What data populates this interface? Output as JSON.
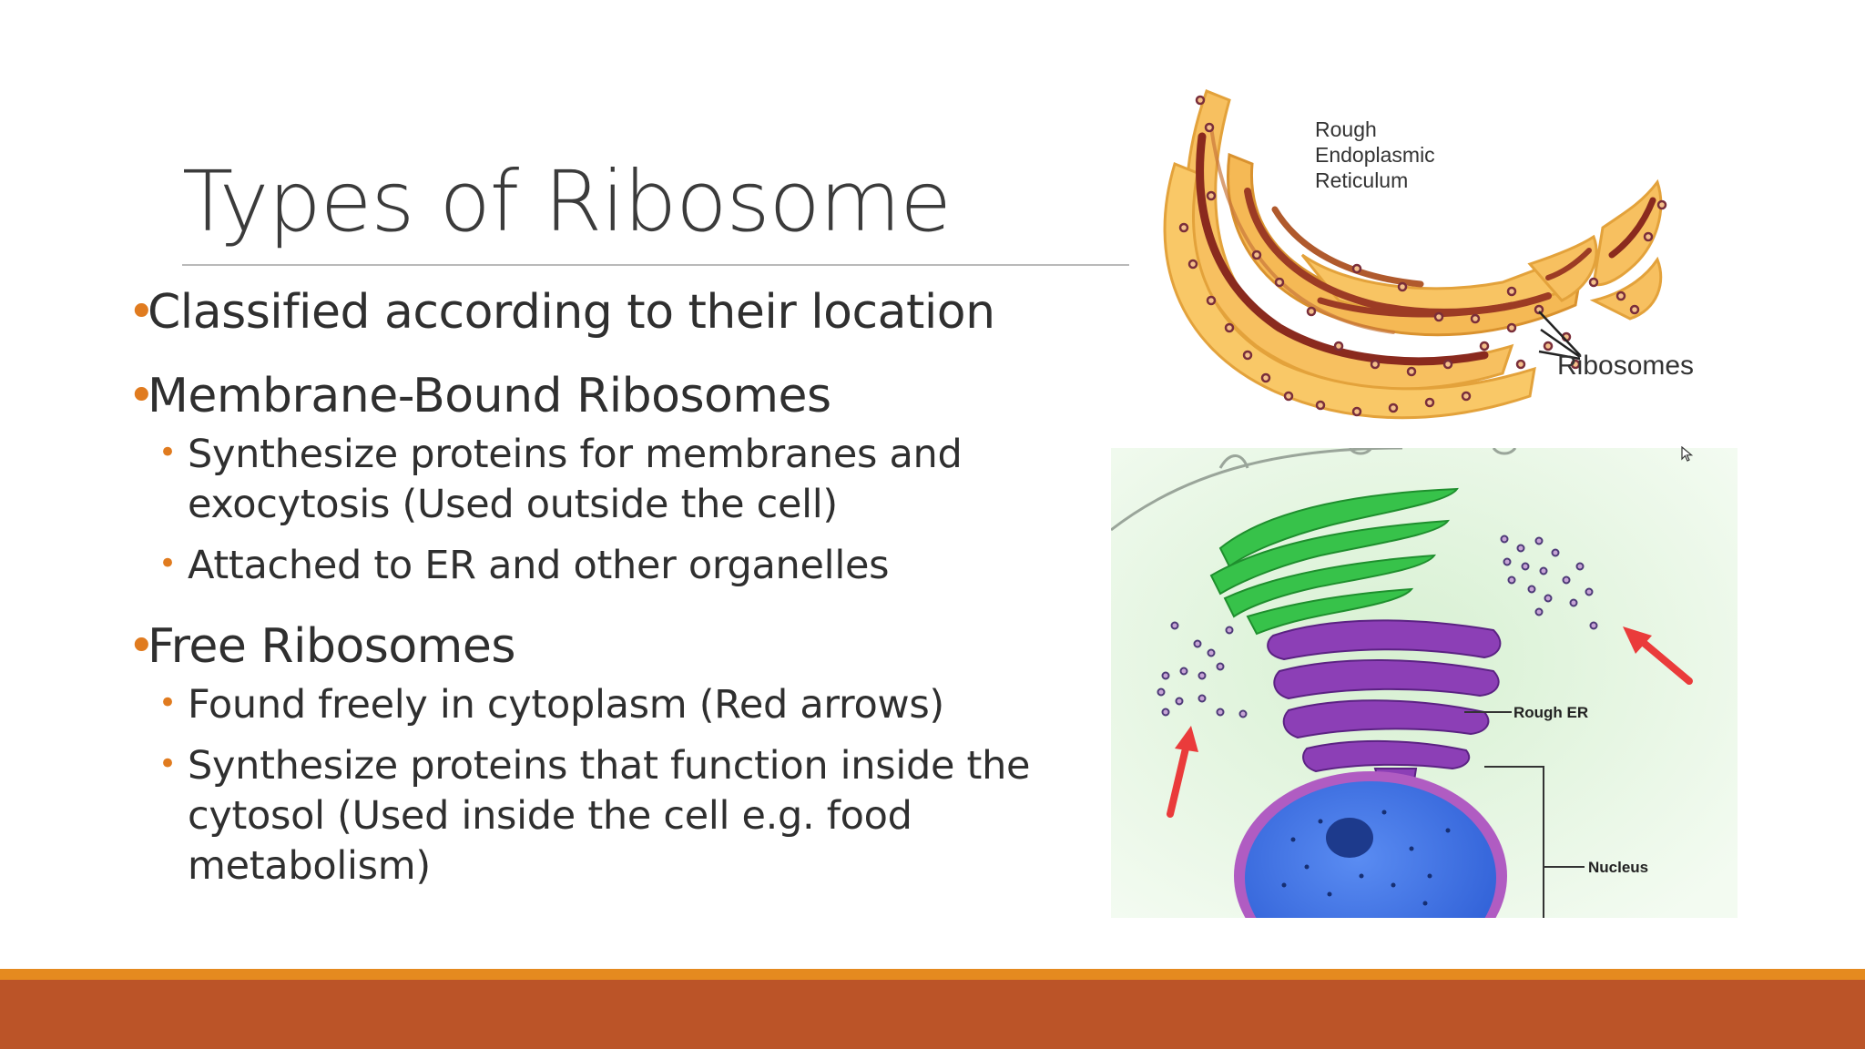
{
  "slide": {
    "title": "Types of Ribosome",
    "bullets": [
      {
        "text": "Classified according to their location",
        "sub": []
      },
      {
        "text": "Membrane-Bound Ribosomes",
        "sub": [
          "Synthesize proteins for membranes and exocytosis (Used outside the cell)",
          "Attached to ER and other organelles"
        ]
      },
      {
        "text": "Free Ribosomes",
        "sub": [
          "Found freely in cytoplasm (Red arrows)",
          "Synthesize proteins that function inside the cytosol (Used inside the cell e.g. food metabolism)"
        ]
      }
    ],
    "bullet_glyph": "•"
  },
  "figure_er": {
    "label_rer_line1": "Rough",
    "label_rer_line2": "Endoplasmic",
    "label_rer_line3": "Reticulum",
    "label_ribosomes": "Ribosomes"
  },
  "figure_cell": {
    "label_rough_er": "Rough ER",
    "label_nucleus": "Nucleus"
  },
  "theme": {
    "accent_orange": "#e58a1f",
    "footer_rust": "#bb5428",
    "bullet_color": "#e07b1f"
  }
}
